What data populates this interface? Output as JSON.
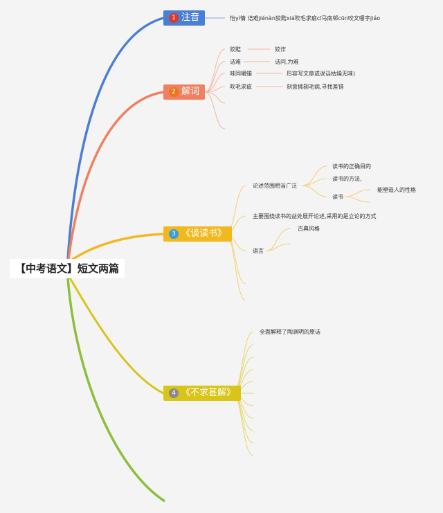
{
  "root": {
    "title": "【中考语文】短文两篇"
  },
  "branches": [
    {
      "num": "1",
      "label": "注音",
      "color": "#4a7fd4",
      "badge_color": "#d93a2b"
    },
    {
      "num": "2",
      "label": "解词",
      "color": "#f08060",
      "badge_color": "#e8781f"
    },
    {
      "num": "3",
      "label": "《谈读书》",
      "color": "#f2b81f",
      "badge_color": "#3a9ed4"
    },
    {
      "num": "4",
      "label": "《不求甚解》",
      "color": "#d9c41a",
      "badge_color": "#8a8a8a"
    }
  ],
  "zhuyin": {
    "text": "怡yí情  诘难jiénàn狡黠xiá吹毛求疵cī马南邨cūn咬文嚼字jiáo"
  },
  "jieci": [
    {
      "term": "狡黠",
      "meaning": "狡诈"
    },
    {
      "term": "诘难",
      "meaning": "诘问,为难"
    },
    {
      "term": "味同嚼蜡",
      "meaning": "形容写文章或说话枯燥无味)"
    },
    {
      "term": "吹毛求疵",
      "meaning": "刻意挑剔毛病,寻找差错"
    }
  ],
  "tandushu": {
    "scope": "论述范围相当广泛",
    "scope_items": [
      "读书的正确目的",
      "读书的方法,"
    ],
    "dushu": "读书",
    "dushu_item": "能塑造人的性格",
    "lunzheng": "主要围绕读书的益处展开论述,采用的是立论的方式",
    "yuyan": "语言",
    "yuyan_item": "古典风格"
  },
  "buqiu": {
    "item1": "全面解释了陶渊明的原话"
  }
}
